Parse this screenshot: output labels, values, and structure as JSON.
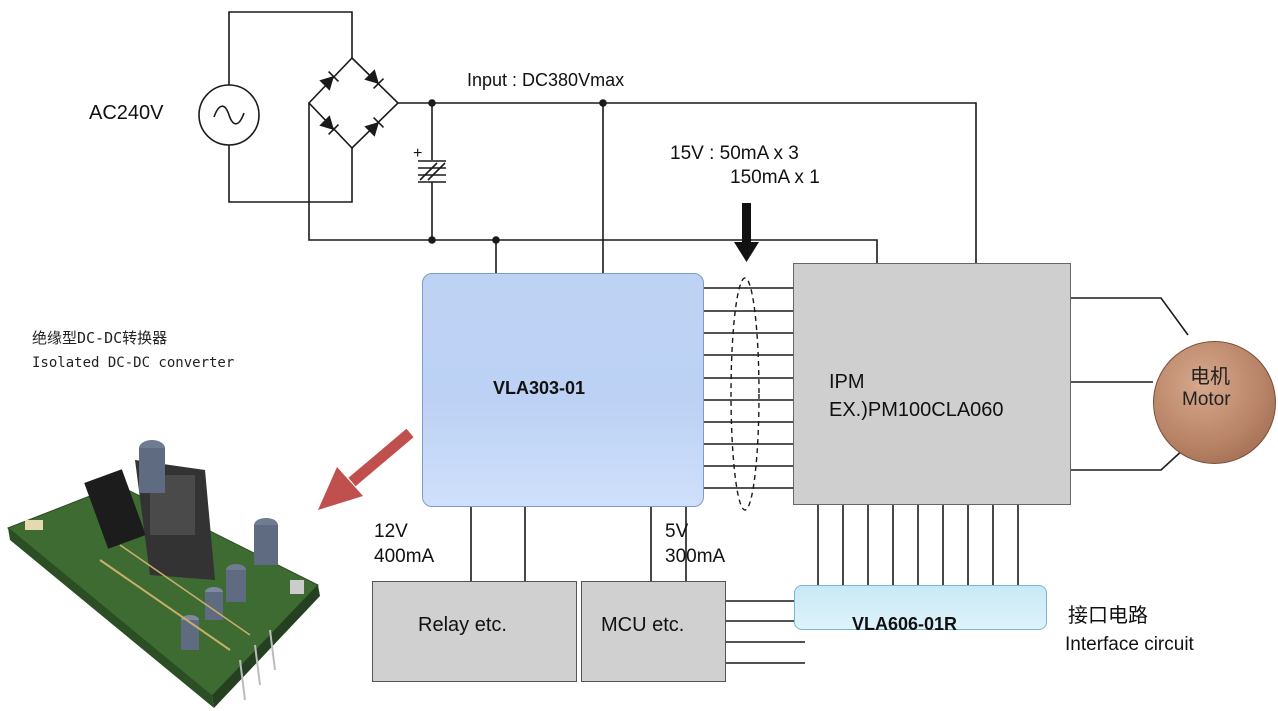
{
  "labels": {
    "ac_source": "AC240V",
    "input": "Input : DC380Vmax",
    "current_15v_line1": "15V : 50mA x 3",
    "current_15v_line2": "150mA x 1",
    "out12_line1": "12V",
    "out12_line2": "400mA",
    "out5_line1": "5V",
    "out5_line2": "300mA",
    "converter_cn": "绝缘型DC-DC转换器",
    "converter_en": "Isolated DC-DC converter",
    "interface_cn": "接口电路",
    "interface_en": "Interface circuit",
    "cap_polarity": "+",
    "ac_symbol": "∼"
  },
  "blocks": {
    "vla303": "VLA303-01",
    "ipm_line1": "IPM",
    "ipm_line2": "EX.)PM100CLA060",
    "relay": "Relay etc.",
    "mcu": "MCU etc.",
    "vla606": "VLA606-01R"
  },
  "motor": {
    "cn": "电机",
    "en": "Motor"
  },
  "colors": {
    "vla303_fill": "#bed3f3",
    "ipm_fill": "#cfcfcf",
    "vla606_fill": "#d2eef8",
    "motor_fill": "#b98467",
    "arrow_red": "#c0504d"
  }
}
